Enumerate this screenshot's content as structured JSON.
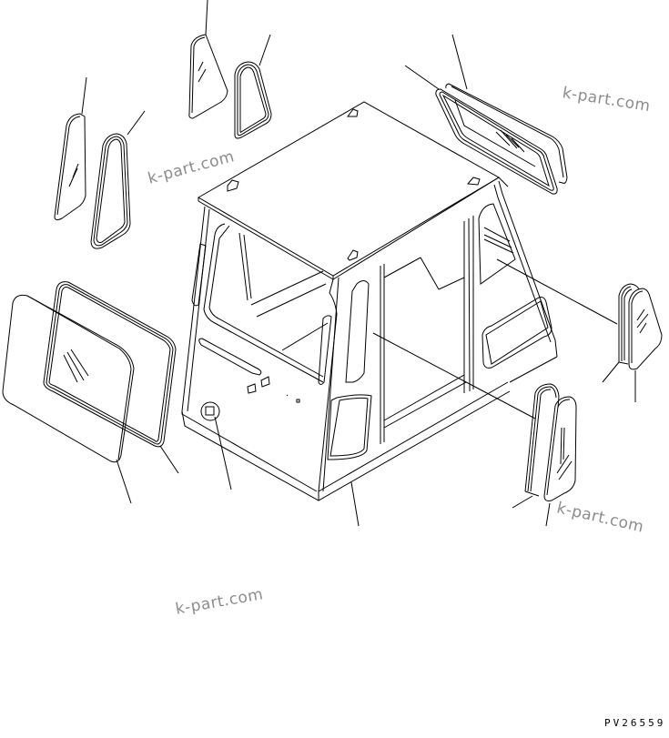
{
  "diagram": {
    "title": "Operator cab exploded view with glass and seals",
    "drawing_code": "PV26559",
    "watermarks": [
      "k-part.com",
      "k-part.com",
      "k-part.com",
      "k-part.com"
    ],
    "colors": {
      "line": "#000000",
      "watermark": "#8c8c8c",
      "background": "#ffffff"
    },
    "parts": [
      {
        "id": "cab-body",
        "label": "Cab structure"
      },
      {
        "id": "roof",
        "label": "Roof panel"
      },
      {
        "id": "top-rear-glass",
        "label": "Top rear window glass"
      },
      {
        "id": "top-rear-seal",
        "label": "Top rear window seal"
      },
      {
        "id": "upper-left-glass",
        "label": "Upper quarter glass (left)"
      },
      {
        "id": "upper-left-seal",
        "label": "Upper quarter seal (left)"
      },
      {
        "id": "upper-mid-glass",
        "label": "Upper quarter glass (center)"
      },
      {
        "id": "upper-mid-seal",
        "label": "Upper quarter seal (center)"
      },
      {
        "id": "door-glass",
        "label": "Large side glass"
      },
      {
        "id": "door-seal",
        "label": "Large side seal"
      },
      {
        "id": "right-quarter-glass",
        "label": "Right quarter glass"
      },
      {
        "id": "right-quarter-seal",
        "label": "Right quarter seal"
      },
      {
        "id": "front-lower-glass",
        "label": "Front lower glass"
      },
      {
        "id": "front-lower-seal",
        "label": "Front lower seal"
      },
      {
        "id": "lock",
        "label": "Door lock"
      }
    ]
  }
}
